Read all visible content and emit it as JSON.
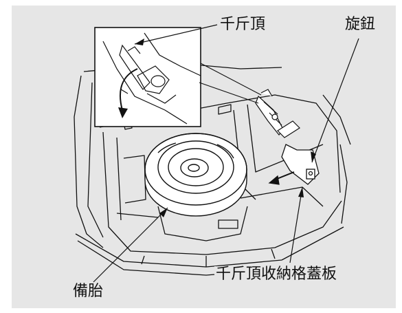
{
  "labels": {
    "jack": "千斤頂",
    "knob": "旋鈕",
    "spare_tire": "備胎",
    "jack_cover": "千斤頂收納格蓋板"
  },
  "colors": {
    "panel_background": "#e6e6e6",
    "line_art": "#111111",
    "page_background": "#ffffff"
  }
}
